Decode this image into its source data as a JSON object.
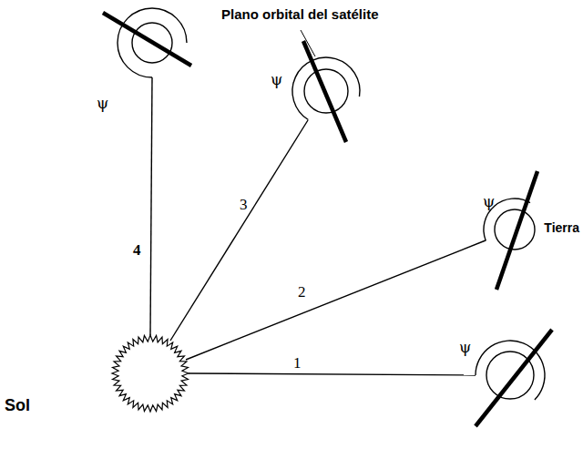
{
  "diagram": {
    "labels": [
      "Plano orbital del satélite",
      "Sol",
      "Tierra",
      "1",
      "2",
      "3",
      "4",
      "ψ",
      "ψ",
      "ψ",
      "ψ"
    ]
  }
}
